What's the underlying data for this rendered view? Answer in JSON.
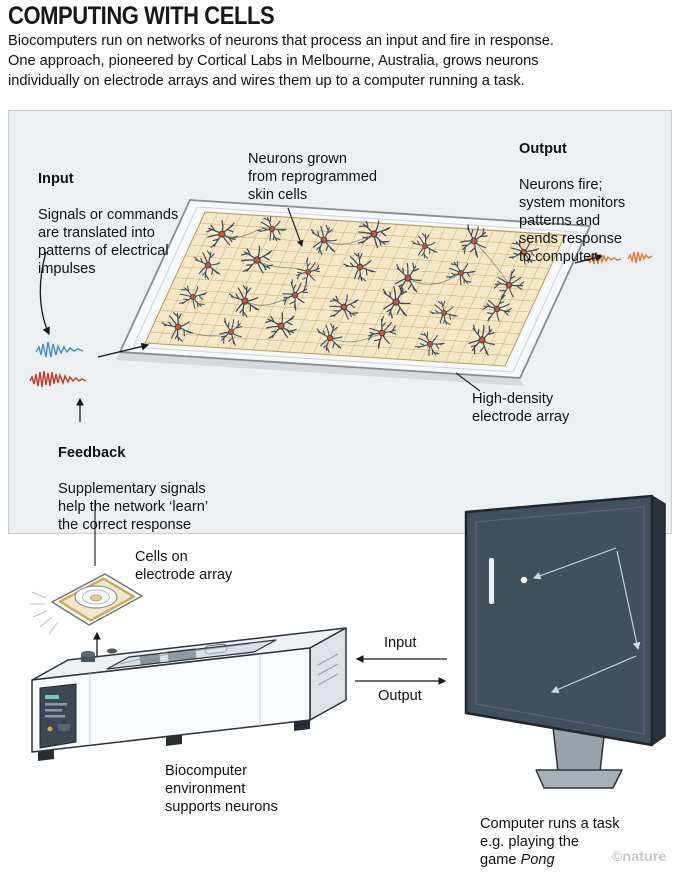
{
  "header": {
    "title": "COMPUTING WITH CELLS",
    "intro": "Biocomputers run on networks of neurons that process an input and fire in response.\nOne approach, pioneered by Cortical Labs in Melbourne, Australia, grows neurons\nindividually on electrode arrays and wires them up to a computer running a task."
  },
  "panel": {
    "input": {
      "heading": "Input",
      "body": "Signals or commands\nare translated into\npatterns of electrical\nimpulses"
    },
    "neurons_note": "Neurons grown\nfrom reprogrammed\nskin cells",
    "output": {
      "heading": "Output",
      "body": "Neurons fire;\nsystem monitors\npatterns and\nsends response\nto computer"
    },
    "feedback": {
      "heading": "Feedback",
      "body": "Supplementary signals\nhelp the network ‘learn’\nthe correct response"
    },
    "array_note": "High-density\nelectrode array"
  },
  "lower": {
    "cells_note": "Cells on\nelectrode array",
    "bio_note": "Biocomputer\nenvironment\nsupports neurons",
    "io": {
      "input": "Input",
      "output": "Output"
    },
    "computer_note_prefix": "Computer runs a task\ne.g. playing the\ngame ",
    "computer_note_italic": "Pong",
    "credit": "©nature"
  },
  "colors": {
    "panel_bg": "#edf0f2",
    "grid_bg": "#f3e7c6",
    "grid_line": "#cba36a",
    "neuron_body": "#3b4a5c",
    "neuron_soma": "#e0502b",
    "input_signal": "#3f8fc0",
    "feedback_signal": "#c23a28",
    "output_signal": "#e2762e",
    "screen": "#41505f",
    "arrow": "#16181a"
  }
}
